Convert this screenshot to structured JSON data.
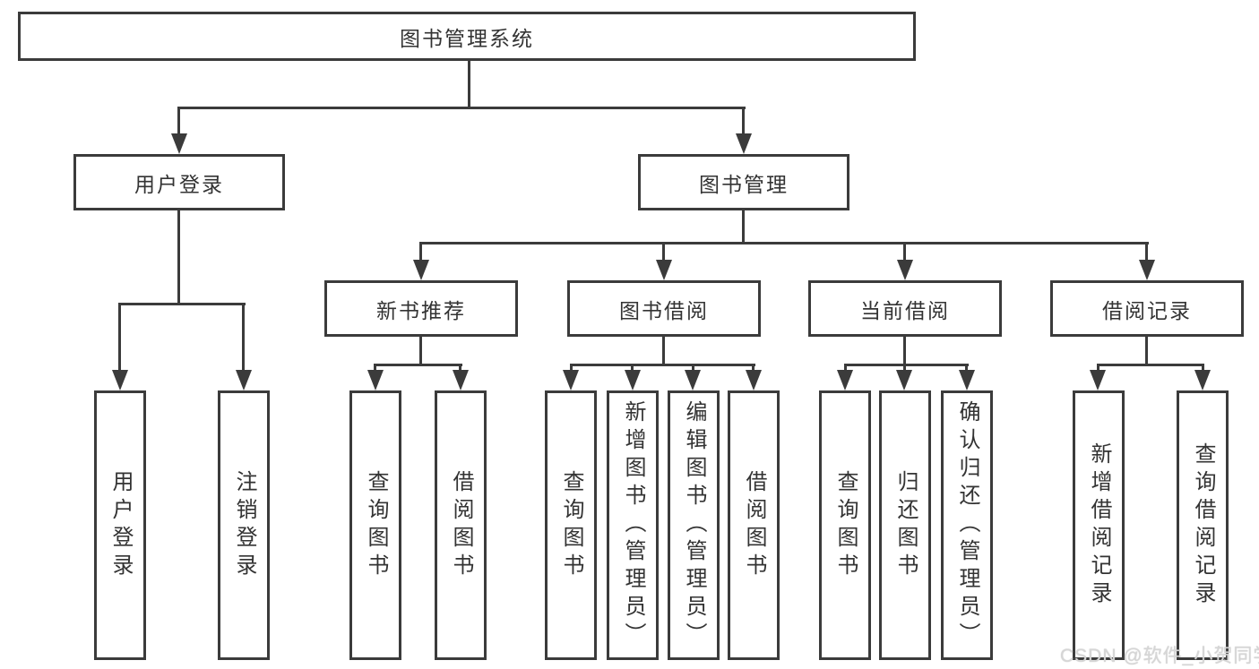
{
  "tree": {
    "label": "图书管理系统",
    "children": [
      {
        "label": "用户登录",
        "children": [
          {
            "label": "用户登录"
          },
          {
            "label": "注销登录"
          }
        ]
      },
      {
        "label": "图书管理",
        "children": [
          {
            "label": "新书推荐",
            "children": [
              {
                "label": "查询图书"
              },
              {
                "label": "借阅图书"
              }
            ]
          },
          {
            "label": "图书借阅",
            "children": [
              {
                "label": "查询图书"
              },
              {
                "label": "新增图书（管理员）"
              },
              {
                "label": "编辑图书（管理员）"
              },
              {
                "label": "借阅图书"
              }
            ]
          },
          {
            "label": "当前借阅",
            "children": [
              {
                "label": "查询图书"
              },
              {
                "label": "归还图书"
              },
              {
                "label": "确认归还（管理员）"
              }
            ]
          },
          {
            "label": "借阅记录",
            "children": [
              {
                "label": "新增借阅记录"
              },
              {
                "label": "查询借阅记录"
              }
            ]
          }
        ]
      }
    ]
  },
  "watermark": {
    "text": "CSDN @软件_小贺同学"
  },
  "colors": {
    "line": "#3b3b3b",
    "text": "#333333",
    "background": "#ffffff",
    "watermark": "#d6d6d6"
  }
}
